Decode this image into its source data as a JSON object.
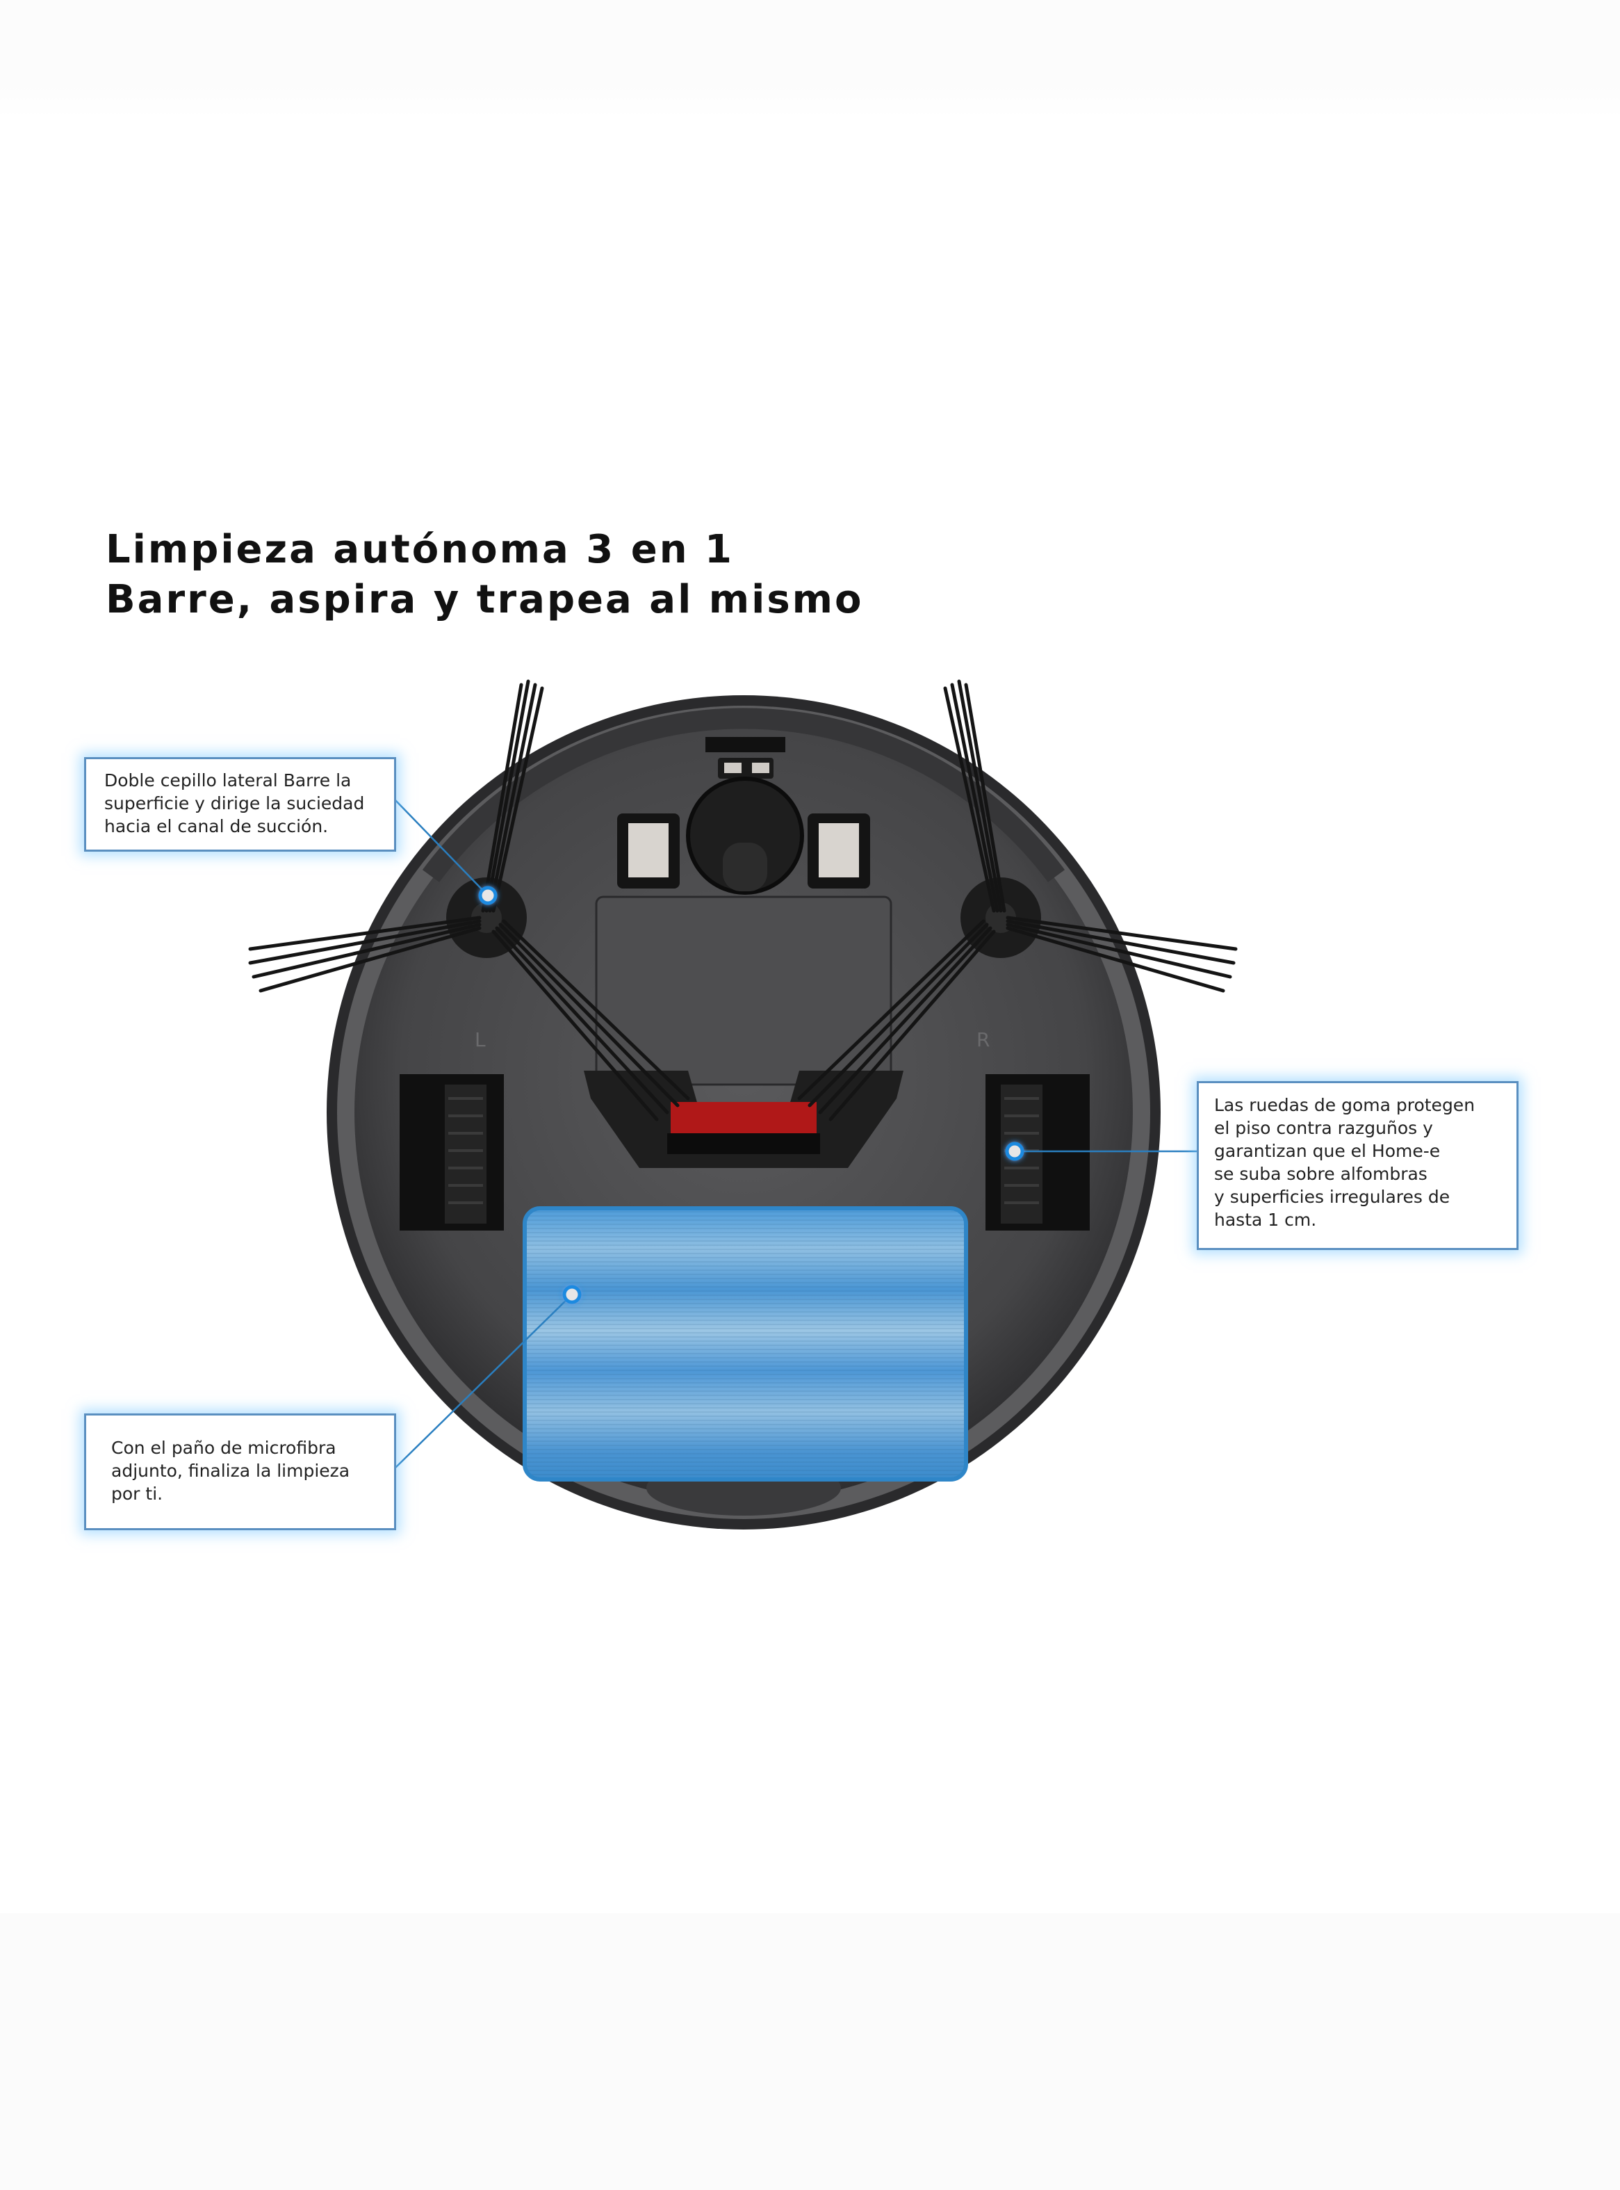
{
  "headline": {
    "line1": "Limpieza autónoma 3 en 1",
    "line2": "Barre, aspira y trapea al mismo"
  },
  "product_image": {
    "subject": "robot-vacuum-underside",
    "wheel_labels": {
      "left": "L",
      "right": "R"
    }
  },
  "callouts": [
    {
      "id": "side-brush",
      "lines": [
        "Doble cepillo lateral Barre la",
        "superficie y dirige la suciedad",
        "hacia el canal de succión."
      ]
    },
    {
      "id": "rubber-wheels",
      "lines": [
        "Las ruedas de goma protegen",
        "el piso contra razguños y",
        "garantizan que el Home-e",
        "se suba sobre alfombras",
        "y superficies irregulares de",
        "hasta 1 cm."
      ]
    },
    {
      "id": "microfiber-pad",
      "lines": [
        "Con el paño de microfibra",
        "adjunto, finaliza la limpieza",
        "por ti."
      ]
    }
  ],
  "colors": {
    "callout_border": "#5a8fc0",
    "callout_glow": "#78c8ff",
    "leader_line": "#2a7fc0",
    "robot_body": "#4a4a4c",
    "mop_pad": "#4a9ad8",
    "suction_accent": "#b01818"
  }
}
